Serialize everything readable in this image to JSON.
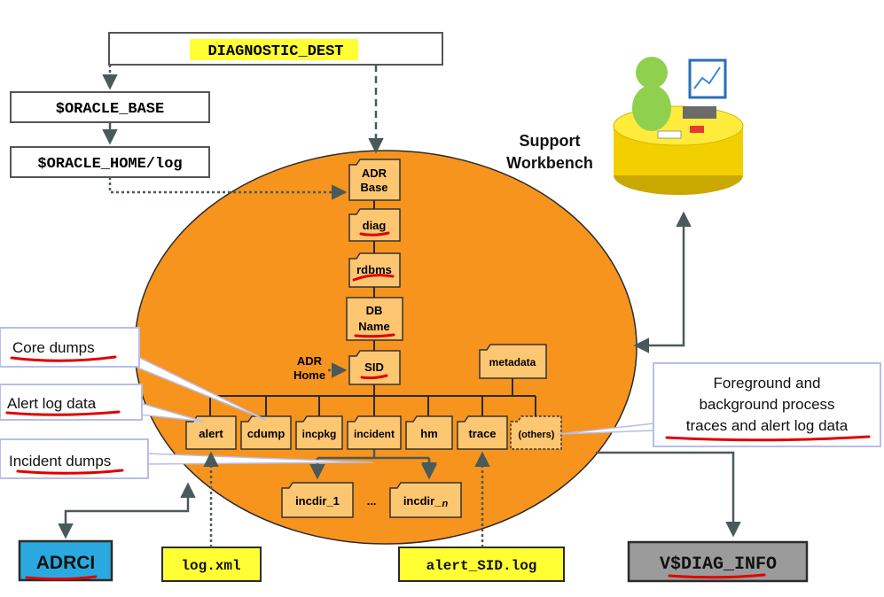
{
  "paths": {
    "diagnostic_dest": "DIAGNOSTIC_DEST",
    "oracle_base": "$ORACLE_BASE",
    "oracle_home_log": "$ORACLE_HOME/log"
  },
  "support_workbench": {
    "line1": "Support",
    "line2": "Workbench"
  },
  "adr_tree": {
    "adr_base": {
      "line1": "ADR",
      "line2": "Base"
    },
    "diag": "diag",
    "rdbms": "rdbms",
    "db_name": {
      "line1": "DB",
      "line2": "Name"
    },
    "sid": "SID",
    "adr_home": {
      "line1": "ADR",
      "line2": "Home"
    },
    "metadata": "metadata",
    "subfolders": [
      "alert",
      "cdump",
      "incpkg",
      "incident",
      "hm",
      "trace",
      "(others)"
    ],
    "incdir_1": "incdir_1",
    "ellipsis": "...",
    "incdir_n": {
      "base": "incdir_",
      "suffix": "n"
    }
  },
  "callouts": {
    "core_dumps": "Core dumps",
    "alert_log_data": "Alert log data",
    "incident_dumps": "Incident dumps",
    "traces": {
      "line1": "Foreground and",
      "line2": "background process",
      "line3": "traces and alert log data"
    }
  },
  "files": {
    "log_xml": "log.xml",
    "alert_sid_log": "alert_SID.log"
  },
  "tools": {
    "adrci": "ADRCI",
    "vdiag_info": "V$DIAG_INFO"
  },
  "colors": {
    "ellipse": "#f7941d",
    "folder": "#fdc772",
    "highlight_yellow": "#ffff33",
    "adrci_blue": "#2aa9e0",
    "vdiag_gray": "#9b9b9b",
    "underline_red": "#e00000",
    "arrow_gray": "#4a5a5a"
  }
}
